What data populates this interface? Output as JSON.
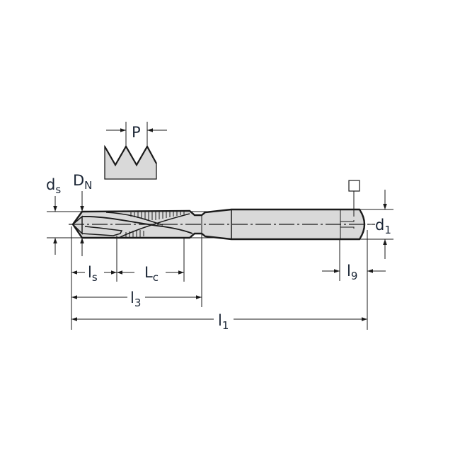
{
  "diagram": {
    "type": "technical-drawing",
    "subject": "thread drill / tap tool dimension drawing",
    "colors": {
      "line": "#1a1a1a",
      "fill": "#d9d9d9",
      "label": "#1b2636"
    },
    "thread_profile": {
      "label": "P"
    },
    "labels": {
      "ds": {
        "main": "d",
        "sub": "s"
      },
      "DN": {
        "main": "D",
        "sub": "N"
      },
      "d1": {
        "main": "d",
        "sub": "1"
      },
      "ls": {
        "main": "l",
        "sub": "s"
      },
      "Lc": {
        "main": "L",
        "sub": "c"
      },
      "l3": {
        "main": "l",
        "sub": "3"
      },
      "l9": {
        "main": "l",
        "sub": "9"
      },
      "l1": {
        "main": "l",
        "sub": "1"
      }
    },
    "square_symbol": "square-drive-icon"
  }
}
